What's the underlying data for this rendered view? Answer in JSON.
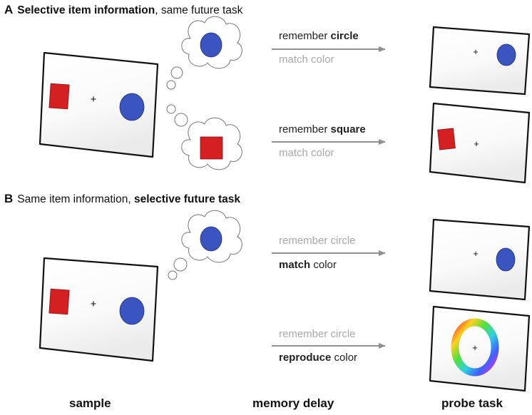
{
  "panel_a": {
    "letter": "A",
    "title_bold": "Selective item information",
    "title_rest": ", same future task",
    "row1": {
      "line1_prefix": "remember ",
      "line1_bold": "circle",
      "line2": "match color"
    },
    "row2": {
      "line1_prefix": "remember ",
      "line1_bold": "square",
      "line2": "match color"
    }
  },
  "panel_b": {
    "letter": "B",
    "title_rest": "Same item information, ",
    "title_bold": "selective future  task",
    "row1": {
      "line1": "remember circle",
      "line2_bold": "match",
      "line2_rest": " color"
    },
    "row2": {
      "line1": "remember circle",
      "line2_bold": "reproduce",
      "line2_rest": " color"
    }
  },
  "fixation": "+",
  "footer": {
    "sample": "sample",
    "delay": "memory delay",
    "probe": "probe task"
  },
  "colors": {
    "square": "#d42020",
    "circle": "#3a55c0",
    "arrow": "#909090"
  }
}
